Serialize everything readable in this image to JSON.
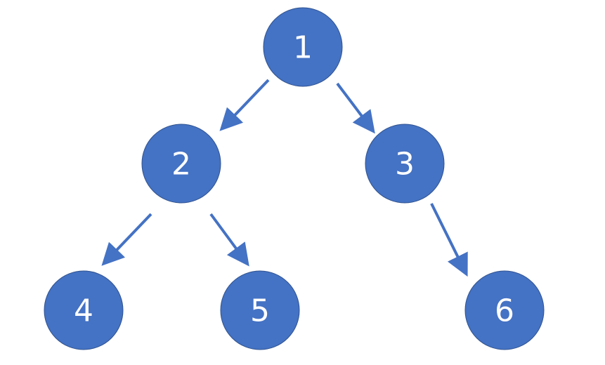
{
  "diagram": {
    "type": "binary-tree",
    "colors": {
      "node_fill": "#4472c4",
      "node_stroke": "#2f528f",
      "label": "#ffffff",
      "edge": "#4472c4"
    },
    "nodes": [
      {
        "id": "n1",
        "label": "1"
      },
      {
        "id": "n2",
        "label": "2"
      },
      {
        "id": "n3",
        "label": "3"
      },
      {
        "id": "n4",
        "label": "4"
      },
      {
        "id": "n5",
        "label": "5"
      },
      {
        "id": "n6",
        "label": "6"
      }
    ],
    "edges": [
      {
        "from": "n1",
        "to": "n2"
      },
      {
        "from": "n1",
        "to": "n3"
      },
      {
        "from": "n2",
        "to": "n4"
      },
      {
        "from": "n2",
        "to": "n5"
      },
      {
        "from": "n3",
        "to": "n6"
      }
    ]
  }
}
